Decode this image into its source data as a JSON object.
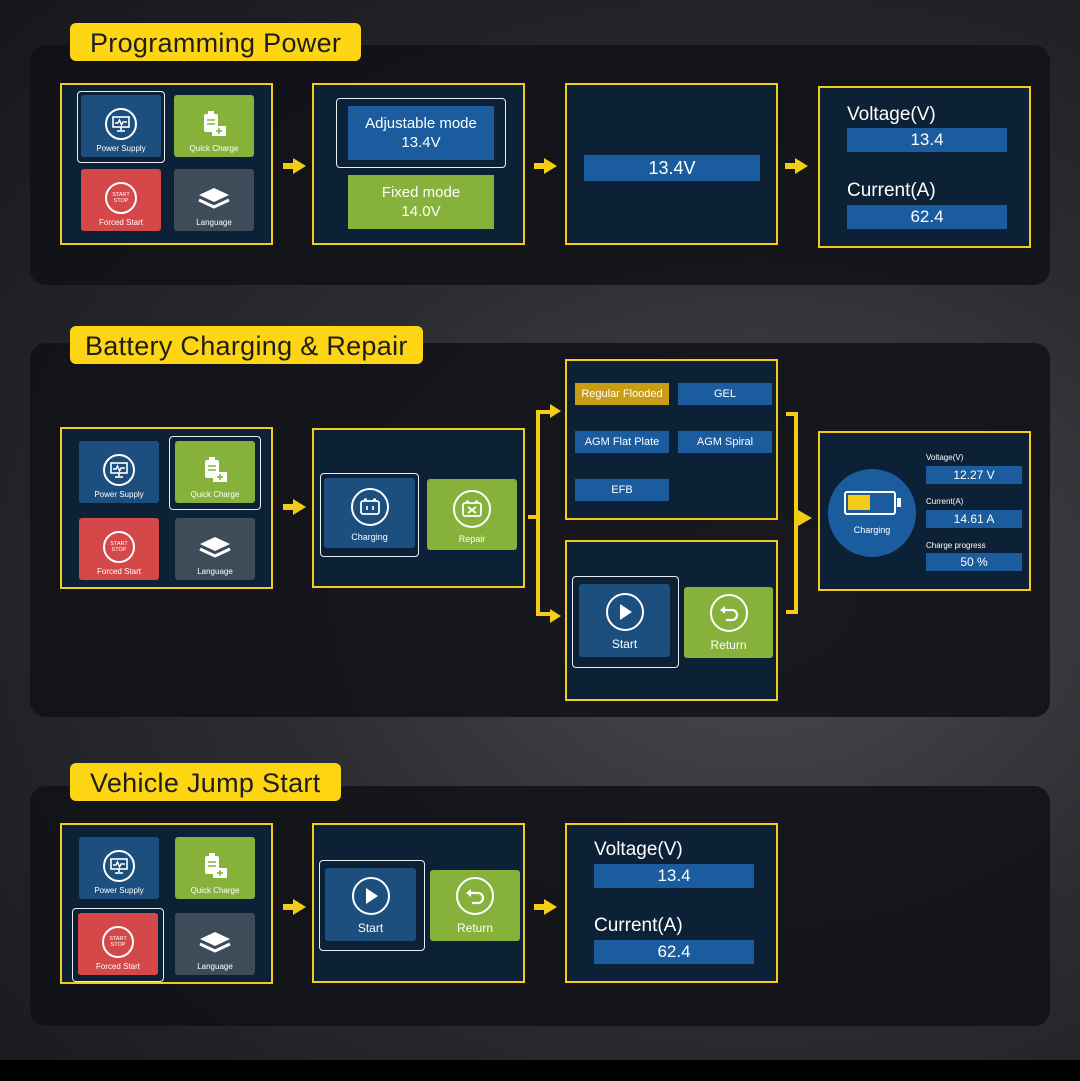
{
  "sections": {
    "programming_power": {
      "title": "Programming Power"
    },
    "battery_charging": {
      "title": "Battery Charging & Repair"
    },
    "jump_start": {
      "title": "Vehicle Jump Start"
    }
  },
  "menu": {
    "power_supply": "Power Supply",
    "quick_charge": "Quick Charge",
    "forced_start": "Forced Start",
    "language": "Language",
    "start_stop_line1": "START",
    "start_stop_line2": "STOP"
  },
  "mode_select": {
    "adjustable_label": "Adjustable mode",
    "adjustable_value": "13.4V",
    "fixed_label": "Fixed mode",
    "fixed_value": "14.0V"
  },
  "set_voltage": "13.4V",
  "readout": {
    "voltage_label": "Voltage(V)",
    "voltage_value": "13.4",
    "current_label": "Current(A)",
    "current_value": "62.4"
  },
  "charge_repair": {
    "charging": "Charging",
    "repair": "Repair"
  },
  "battery_types": [
    "Regular Flooded",
    "GEL",
    "AGM Flat Plate",
    "AGM Spiral",
    "EFB"
  ],
  "start_return": {
    "start": "Start",
    "return": "Return"
  },
  "charging_status": {
    "status": "Charging",
    "voltage_label": "Voltage(V)",
    "voltage_value": "12.27 V",
    "current_label": "Current(A)",
    "current_value": "14.61 A",
    "progress_label": "Charge progress",
    "progress_value": "50 %",
    "progress_fraction": 0.5
  },
  "colors": {
    "accent_yellow": "#f2cc16",
    "panel_navy": "#0d2136",
    "bar_blue": "#1a5c9e",
    "green": "#86b23b",
    "red": "#d4484a"
  }
}
